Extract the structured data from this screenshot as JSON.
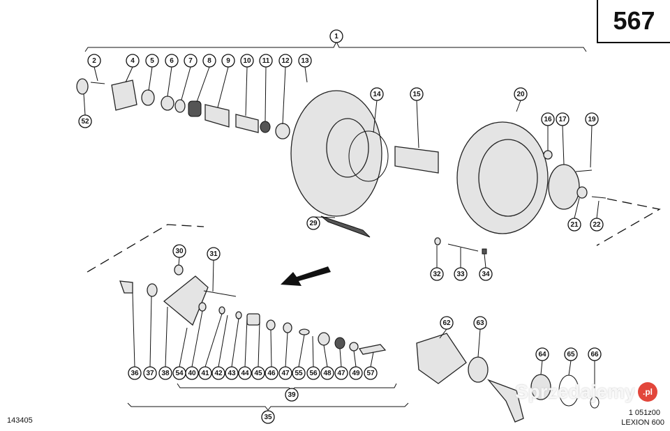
{
  "page_number": "567",
  "document_number": "143405",
  "drawing_code": "1 051z00",
  "model": "LEXION 600",
  "watermark": {
    "text": "Sprzedajemy",
    "badge": ".pl",
    "badge_color": "#e2463b"
  },
  "callouts": [
    "1",
    "2",
    "4",
    "5",
    "6",
    "7",
    "8",
    "9",
    "10",
    "11",
    "12",
    "13",
    "52",
    "14",
    "15",
    "20",
    "16",
    "17",
    "19",
    "21",
    "22",
    "29",
    "32",
    "33",
    "34",
    "30",
    "31",
    "36",
    "37",
    "38",
    "54",
    "40",
    "41",
    "42",
    "43",
    "44",
    "45",
    "46",
    "47",
    "55",
    "56",
    "48",
    "47",
    "49",
    "57",
    "39",
    "35",
    "62",
    "63",
    "64",
    "65",
    "66"
  ]
}
